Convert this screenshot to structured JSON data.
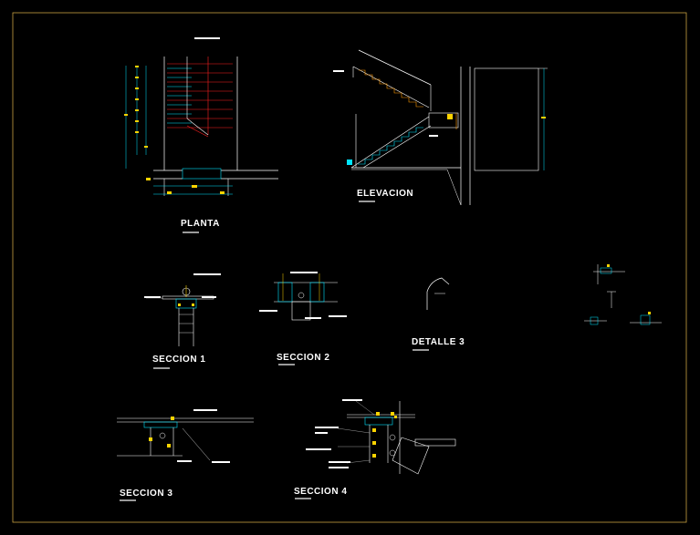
{
  "titles": {
    "planta": "PLANTA",
    "elevacion": "ELEVACION",
    "seccion1": "SECCION 1",
    "seccion2": "SECCION 2",
    "detalle3": "DETALLE 3",
    "seccion3": "SECCION 3",
    "seccion4": "SECCION 4"
  },
  "colors": {
    "background": "#000000",
    "frame": "#c8a040",
    "lines": "#ffffff",
    "cyan": "#00e5ff",
    "yellow": "#ffd400",
    "red": "#ff2020",
    "orange": "#ff9a00",
    "dim": "#9a9a9a"
  }
}
